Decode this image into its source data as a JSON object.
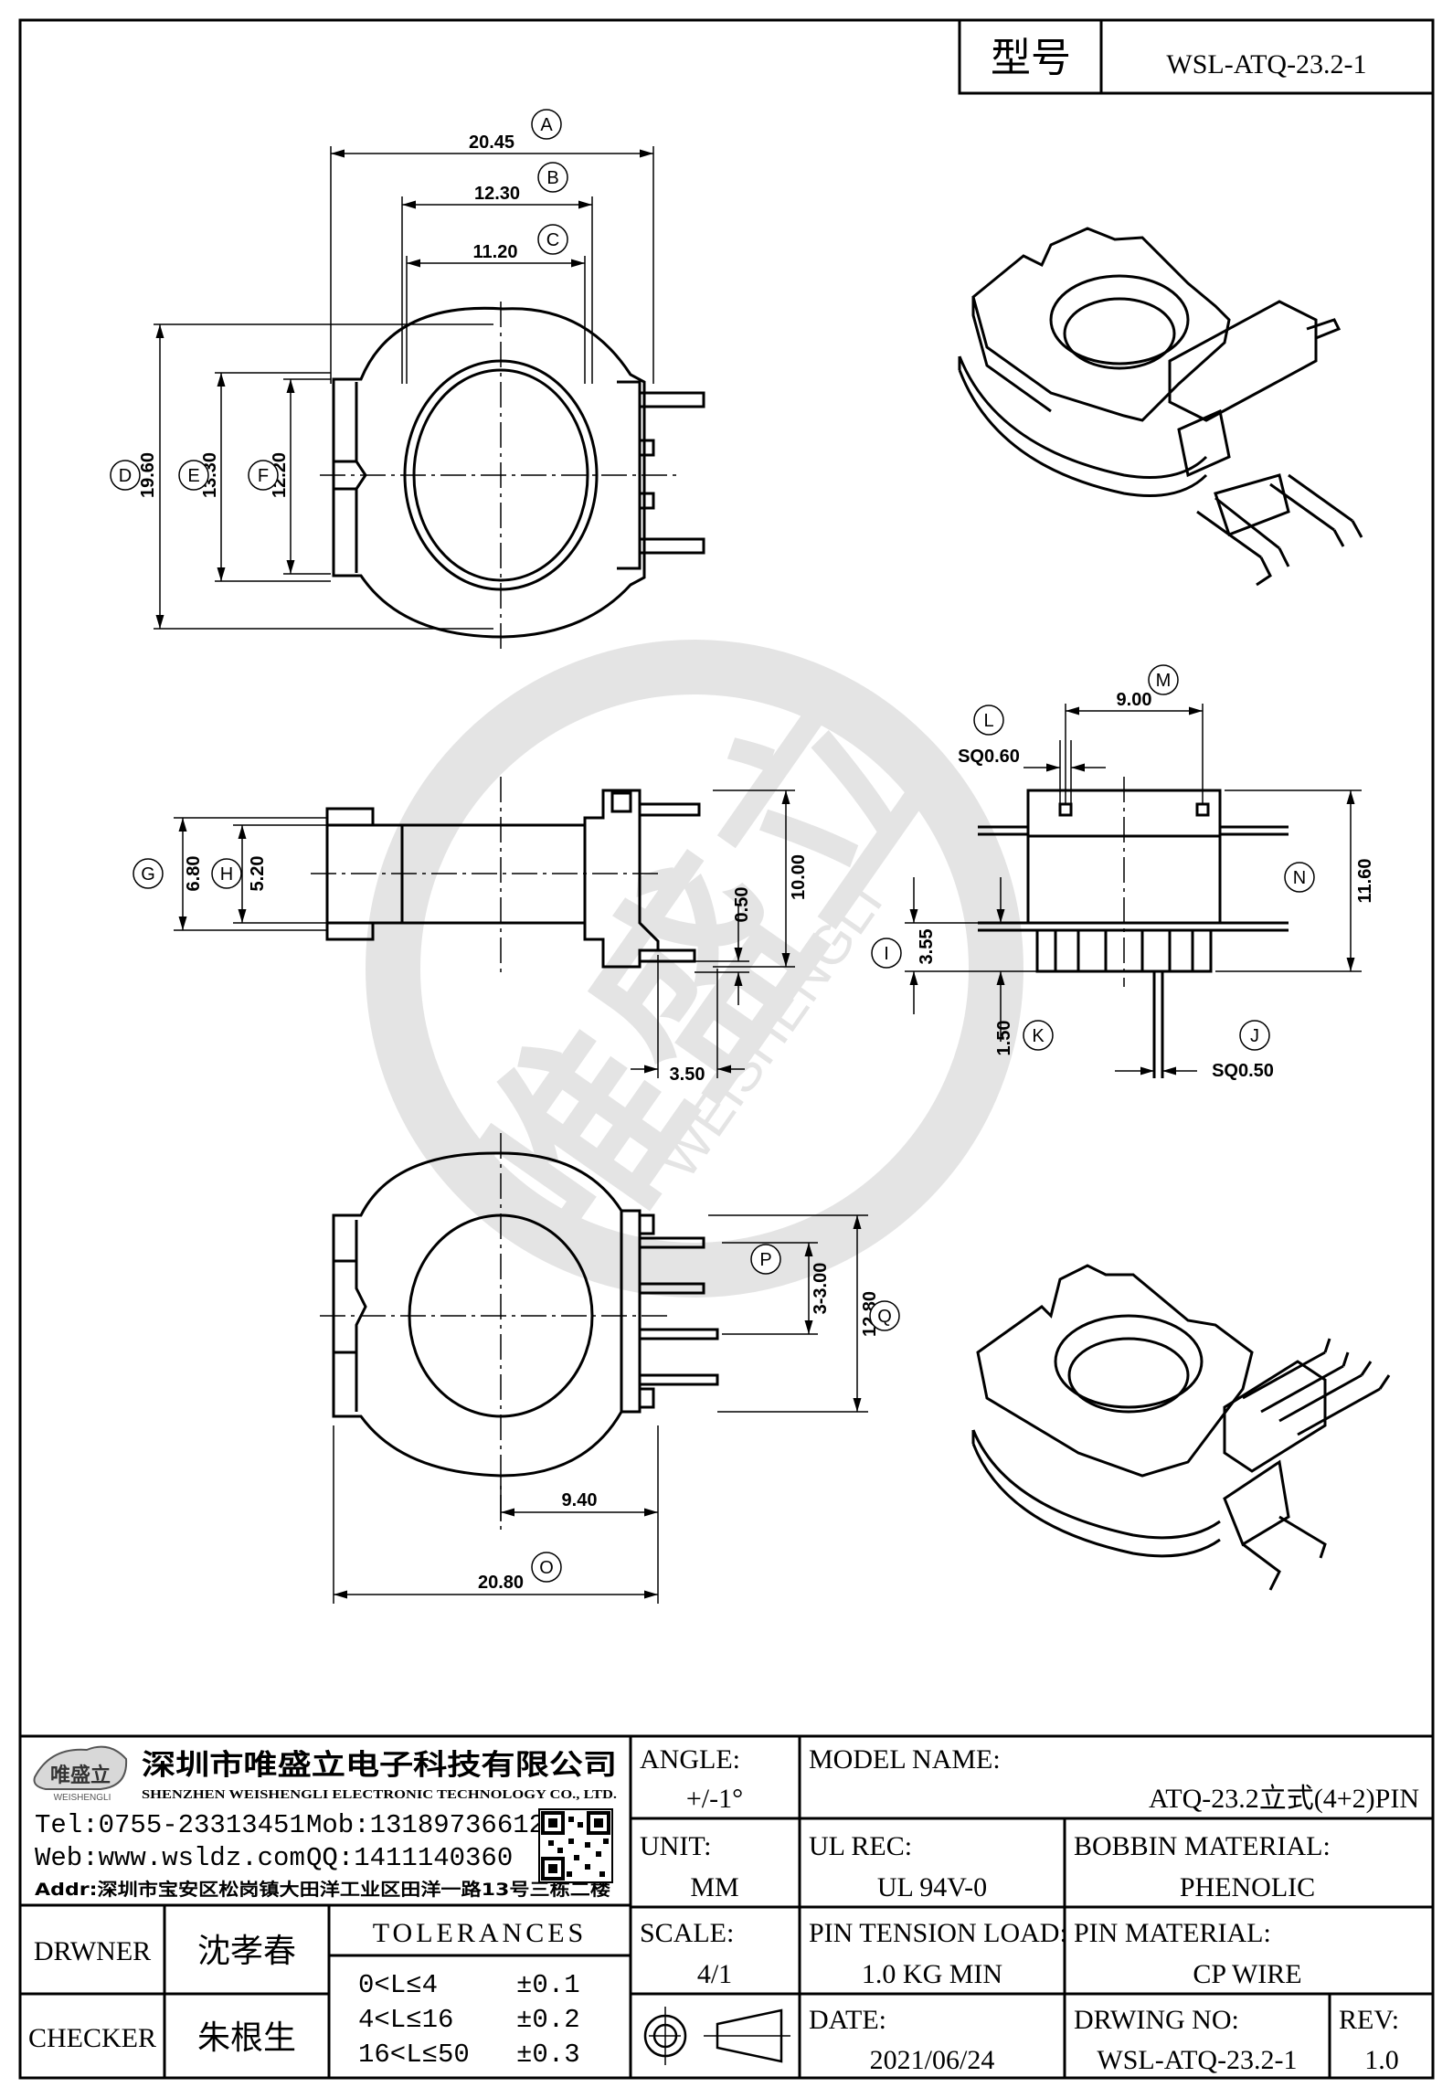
{
  "header": {
    "model_label": "型号",
    "model_value": "WSL-ATQ-23.2-1"
  },
  "dimensions": {
    "A": "20.45",
    "B": "12.30",
    "C": "11.20",
    "D": "19.60",
    "E": "13.30",
    "F": "12.20",
    "G": "6.80",
    "H": "5.20",
    "v_050": "0.50",
    "v_1000": "10.00",
    "h_350": "3.50",
    "L": "SQ0.60",
    "M": "9.00",
    "N": "11.60",
    "I": "3.55",
    "K": "1.50",
    "J": "SQ0.50",
    "P": "3-3.00",
    "Q": "12.80",
    "h_940": "9.40",
    "O": "20.80"
  },
  "callouts": [
    "A",
    "B",
    "C",
    "D",
    "E",
    "F",
    "G",
    "H",
    "I",
    "J",
    "K",
    "L",
    "M",
    "N",
    "O",
    "P",
    "Q"
  ],
  "watermark": {
    "cn": "唯盛立",
    "en": "WEISHENGLI"
  },
  "company": {
    "name_cn": "深圳市唯盛立电子科技有限公司",
    "name_en": "SHENZHEN WEISHENGLI ELECTRONIC TECHNOLOGY CO., LTD.",
    "logo_text": "唯盛立",
    "logo_sub": "WEISHENGLI",
    "tel": "Tel:0755-23313451",
    "mob": "Mob:13189736612",
    "web": "Web:www.wsldz.com",
    "qq": "QQ:1411140360",
    "addr": "Addr:深圳市宝安区松岗镇大田洋工业区田洋一路13号三栋二楼"
  },
  "title_block": {
    "angle_label": "ANGLE:",
    "angle_value": "+/-1°",
    "model_name_label": "MODEL NAME:",
    "model_name_value": "ATQ-23.2立式(4+2)PIN",
    "unit_label": "UNIT:",
    "unit_value": "MM",
    "ul_label": "UL REC:",
    "ul_value": "UL 94V-0",
    "bobbin_label": "BOBBIN MATERIAL:",
    "bobbin_value": "PHENOLIC",
    "scale_label": "SCALE:",
    "scale_value": "4/1",
    "pin_tension_label": "PIN TENSION LOAD:",
    "pin_tension_value": "1.0 KG MIN",
    "pin_material_label": "PIN MATERIAL:",
    "pin_material_value": "CP WIRE",
    "date_label": "DATE:",
    "date_value": "2021/06/24",
    "drawing_no_label": "DRWING NO:",
    "drawing_no_value": "WSL-ATQ-23.2-1",
    "rev_label": "REV:",
    "rev_value": "1.0",
    "drawer_label": "DRWNER",
    "drawer_value": "沈孝春",
    "checker_label": "CHECKER",
    "checker_value": "朱根生",
    "tolerances_label": "TOLERANCES",
    "tolerances": [
      {
        "range": "0<L≤4",
        "value": "±0.1"
      },
      {
        "range": "4<L≤16",
        "value": "±0.2"
      },
      {
        "range": "16<L≤50",
        "value": "±0.3"
      }
    ]
  }
}
